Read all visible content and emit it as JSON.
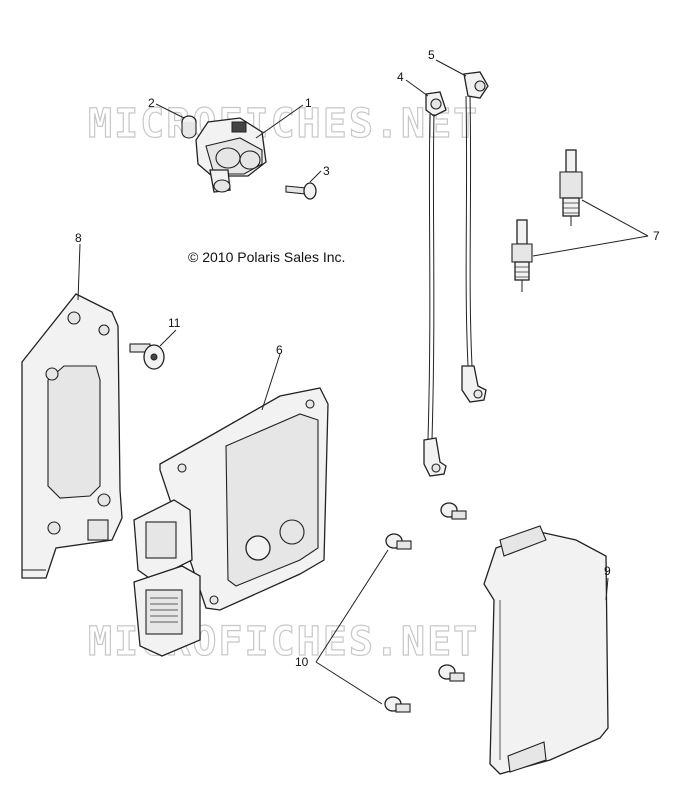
{
  "copyright": "© 2010 Polaris Sales Inc.",
  "watermark": "MICROFICHES.NET",
  "callouts": {
    "c1": "1",
    "c2": "2",
    "c3": "3",
    "c4": "4",
    "c5": "5",
    "c6": "6",
    "c7": "7",
    "c8": "8",
    "c9": "9",
    "c10": "10",
    "c11": "11"
  }
}
